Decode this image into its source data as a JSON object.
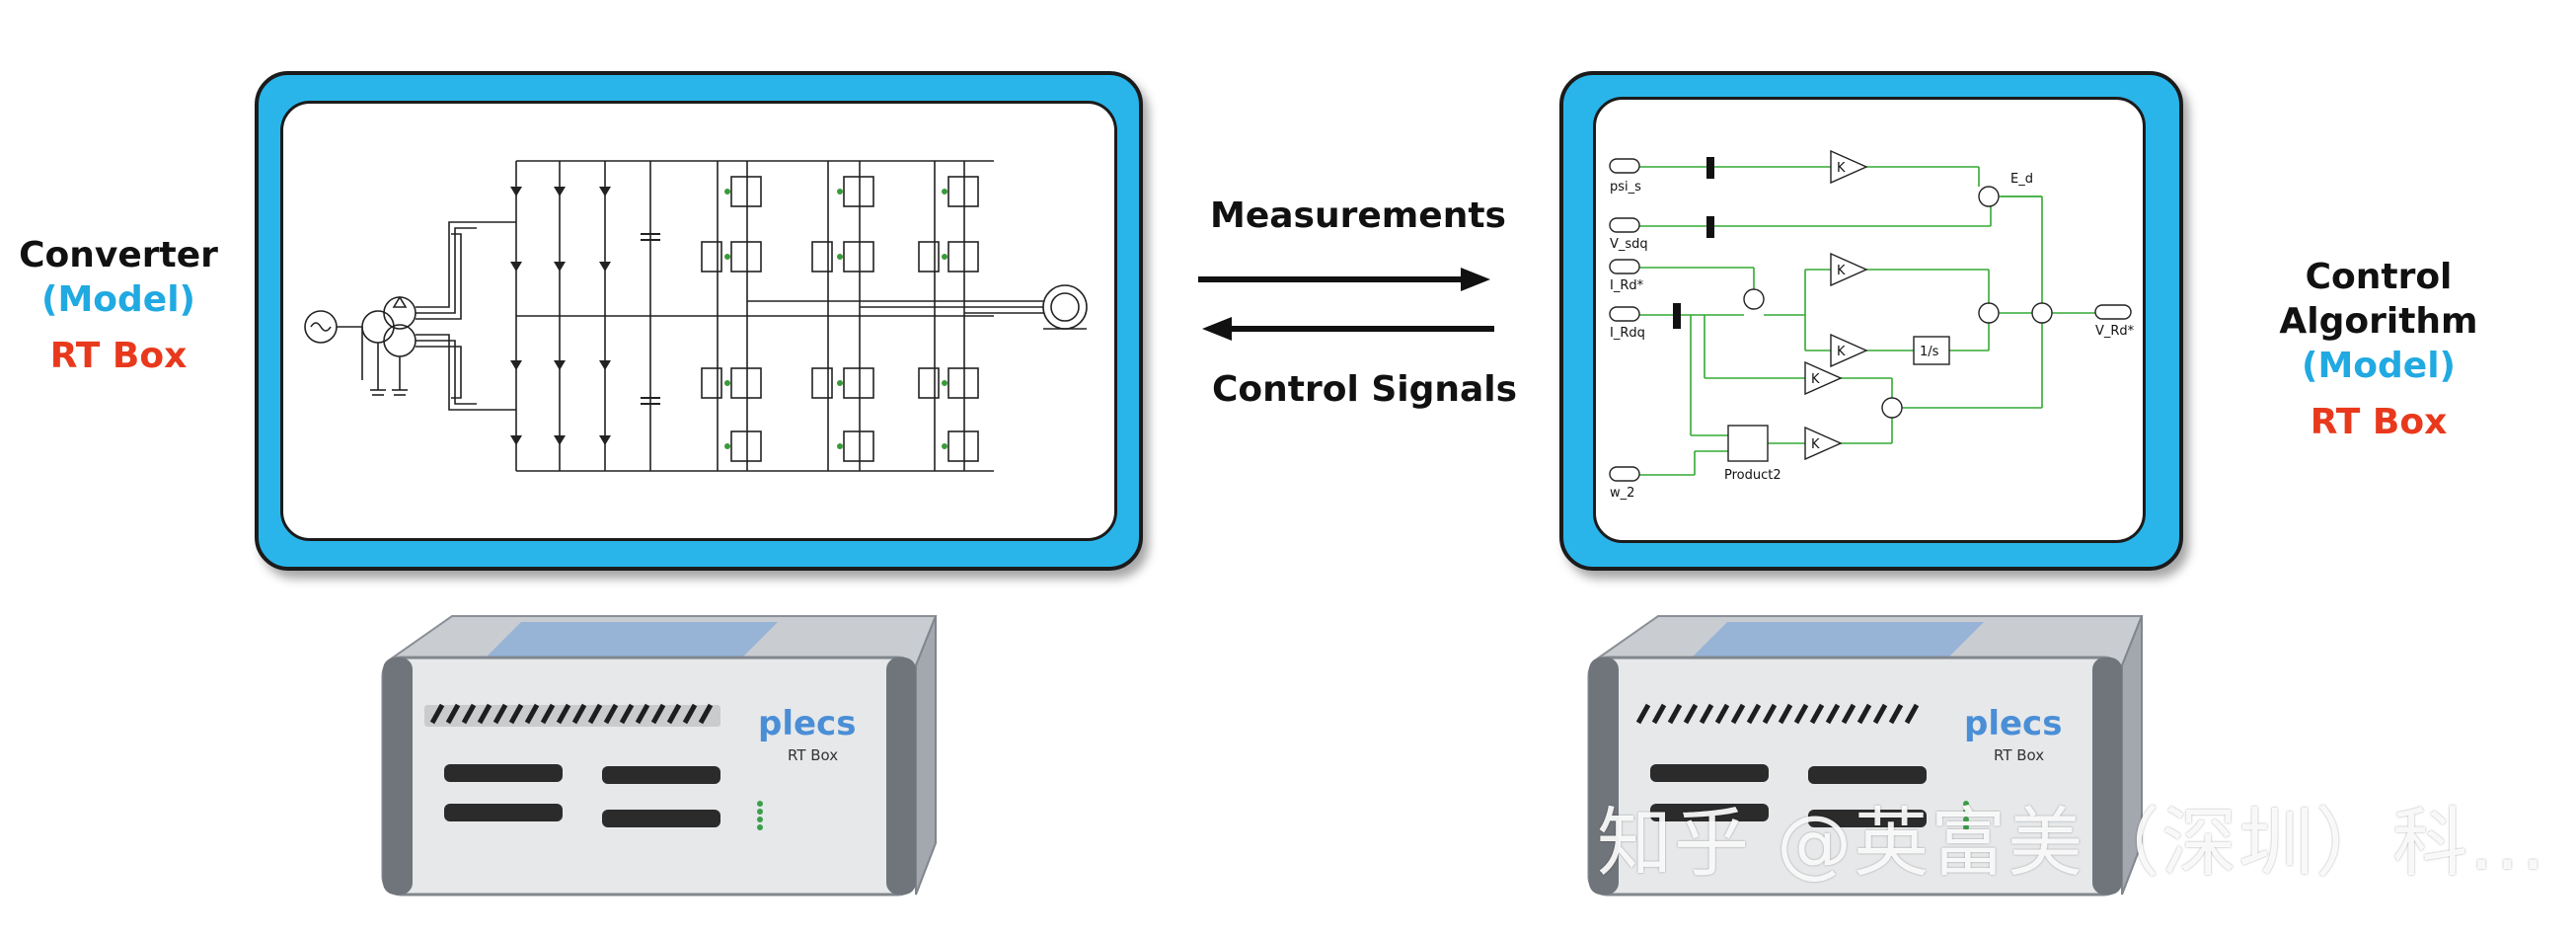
{
  "left": {
    "title": "Converter",
    "subtitle": "(Model)",
    "device": "RT Box"
  },
  "right": {
    "title": "Control Algorithm",
    "subtitle": "(Model)",
    "device": "RT Box"
  },
  "arrows": {
    "top": "Measurements",
    "bottom": "Control Signals"
  },
  "control_diagram": {
    "inputs": [
      "psi_s",
      "V_sdq",
      "I_Rd*",
      "I_Rdq",
      "w_2"
    ],
    "gain_label": "K",
    "integrator_label": "1/s",
    "product_label": "Product2",
    "signal_e": "E_d",
    "output": "V_Rd*"
  },
  "hardware": {
    "brand": "plecs",
    "model": "RT Box"
  },
  "watermark": "知乎 @英富美（深圳）科...",
  "colors": {
    "frame": "#2ab5ea",
    "signal_line": "#33aa33",
    "model_text": "#21a9e1",
    "device_text": "#e8391d"
  }
}
